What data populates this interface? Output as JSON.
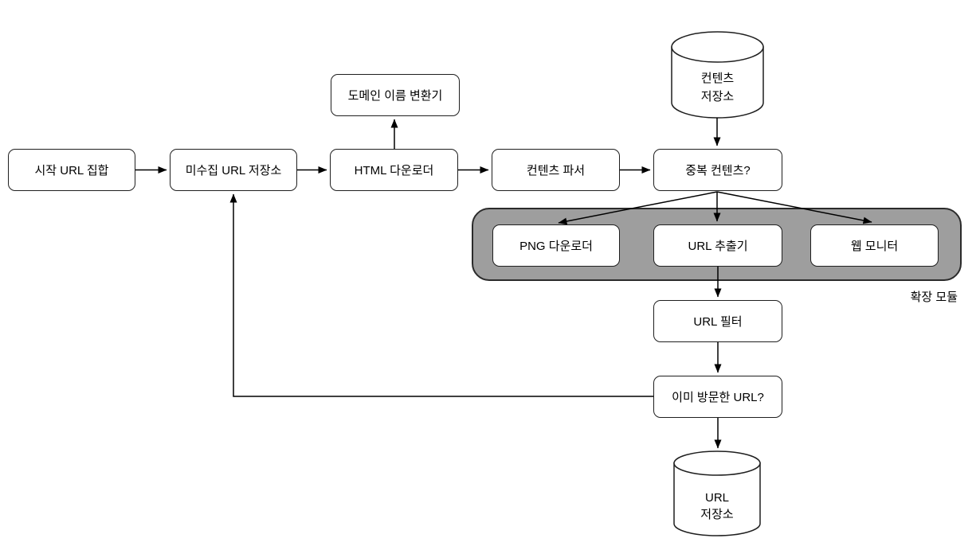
{
  "diagram": {
    "nodes": {
      "start_url_set": {
        "label": "시작 URL 집합"
      },
      "unfetched_url_store": {
        "label": "미수집 URL 저장소"
      },
      "html_downloader": {
        "label": "HTML 다운로더"
      },
      "domain_name_resolver": {
        "label": "도메인 이름 변환기"
      },
      "content_parser": {
        "label": "컨텐츠 파서"
      },
      "duplicate_content": {
        "label": "중복 컨텐츠?"
      },
      "png_downloader": {
        "label": "PNG 다운로더"
      },
      "url_extractor": {
        "label": "URL 추출기"
      },
      "web_monitor": {
        "label": "웹 모니터"
      },
      "url_filter": {
        "label": "URL 필터"
      },
      "visited_url_check": {
        "label": "이미 방문한 URL?"
      }
    },
    "stores": {
      "content_storage": {
        "line1": "컨텐츠",
        "line2": "저장소"
      },
      "url_storage": {
        "line1": "URL",
        "line2": "저장소"
      }
    },
    "group_label": "확장 모듈",
    "edges": [
      {
        "from": "start_url_set",
        "to": "unfetched_url_store"
      },
      {
        "from": "unfetched_url_store",
        "to": "html_downloader"
      },
      {
        "from": "html_downloader",
        "to": "domain_name_resolver"
      },
      {
        "from": "html_downloader",
        "to": "content_parser"
      },
      {
        "from": "content_parser",
        "to": "duplicate_content"
      },
      {
        "from": "content_storage",
        "to": "duplicate_content"
      },
      {
        "from": "duplicate_content",
        "to": "png_downloader"
      },
      {
        "from": "duplicate_content",
        "to": "url_extractor"
      },
      {
        "from": "duplicate_content",
        "to": "web_monitor"
      },
      {
        "from": "url_extractor",
        "to": "url_filter"
      },
      {
        "from": "url_filter",
        "to": "visited_url_check"
      },
      {
        "from": "visited_url_check",
        "to": "url_storage"
      },
      {
        "from": "visited_url_check",
        "to": "unfetched_url_store"
      }
    ],
    "colors": {
      "background": "#ffffff",
      "node_fill": "#ffffff",
      "node_border": "#1f1f1f",
      "group_fill": "#9e9e9e",
      "group_border": "#2b2b2b",
      "arrow": "#000000",
      "text": "#000000"
    }
  }
}
